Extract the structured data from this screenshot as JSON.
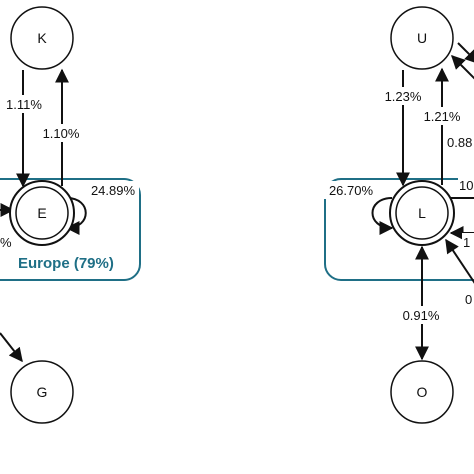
{
  "colors": {
    "region": "#1f6f86",
    "stroke": "#111111",
    "label_bg": "#ffffff"
  },
  "nodes": {
    "K": "K",
    "E": "E",
    "G": "G",
    "U": "U",
    "L": "L",
    "O": "O"
  },
  "regions": {
    "europe": "Europe (79%)"
  },
  "edges": {
    "k_to_e": "1.11%",
    "e_to_k": "1.10%",
    "e_self": "24.89%",
    "e_partial_left": "%",
    "u_to_l": "1.23%",
    "l_to_u": "1.21%",
    "partial_088": "0.88",
    "l_self": "26.70%",
    "partial_10": "10",
    "partial_1": "1",
    "partial_0": "0",
    "l_o": "0.91%"
  }
}
